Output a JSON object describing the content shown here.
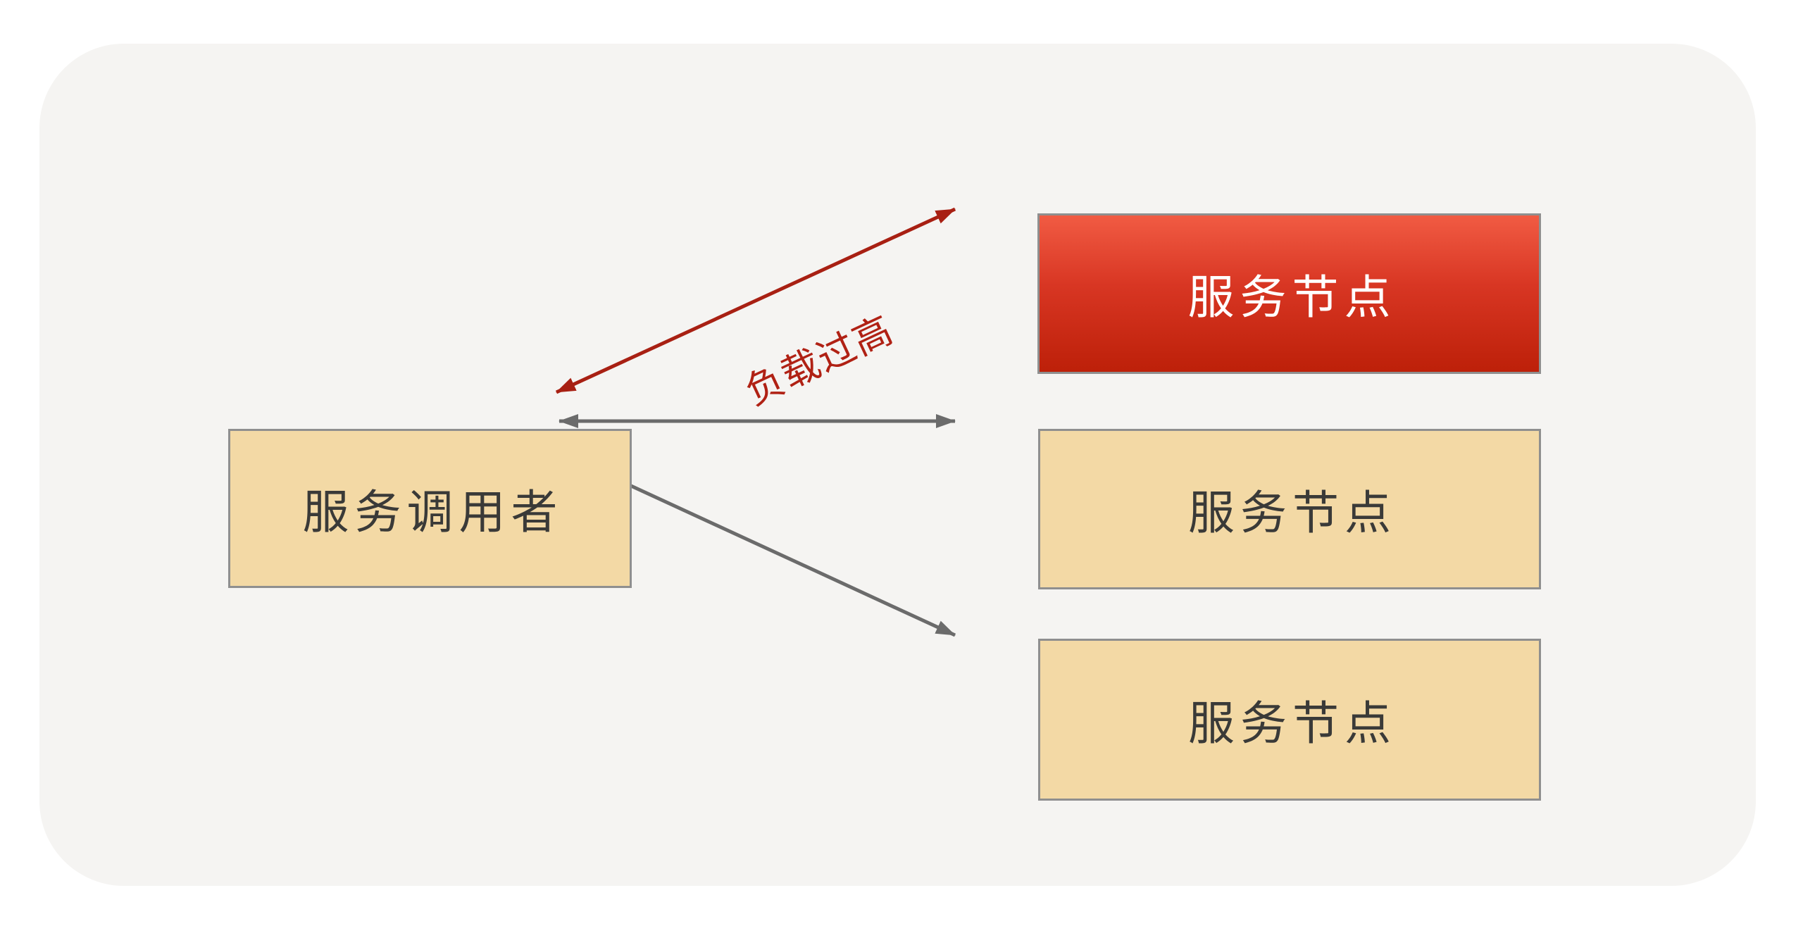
{
  "diagram": {
    "caller": {
      "label": "服务调用者"
    },
    "nodes": [
      {
        "label": "服务节点",
        "status": "overloaded"
      },
      {
        "label": "服务节点",
        "status": "normal"
      },
      {
        "label": "服务节点",
        "status": "normal"
      }
    ],
    "edges": [
      {
        "from": "caller",
        "to": "node-1",
        "label": "负载过高",
        "style": "double-arrow",
        "color": "#a82013"
      },
      {
        "from": "caller",
        "to": "node-2",
        "label": "",
        "style": "double-arrow",
        "color": "#6b6b6b"
      },
      {
        "from": "caller",
        "to": "node-3",
        "label": "",
        "style": "double-arrow",
        "color": "#6b6b6b"
      }
    ],
    "colors": {
      "page_bg": "#ffffff",
      "canvas_bg": "#f5f4f2",
      "node_fill": "#f3d9a5",
      "node_border": "#8f8f8f",
      "node_text": "#3a3a38",
      "overloaded_gradient_top": "#f15b43",
      "overloaded_gradient_bottom": "#bd2009",
      "overloaded_text": "#ffffff",
      "arrow_gray": "#6b6b6b",
      "arrow_red": "#a82013",
      "label_red": "#b02114"
    }
  }
}
